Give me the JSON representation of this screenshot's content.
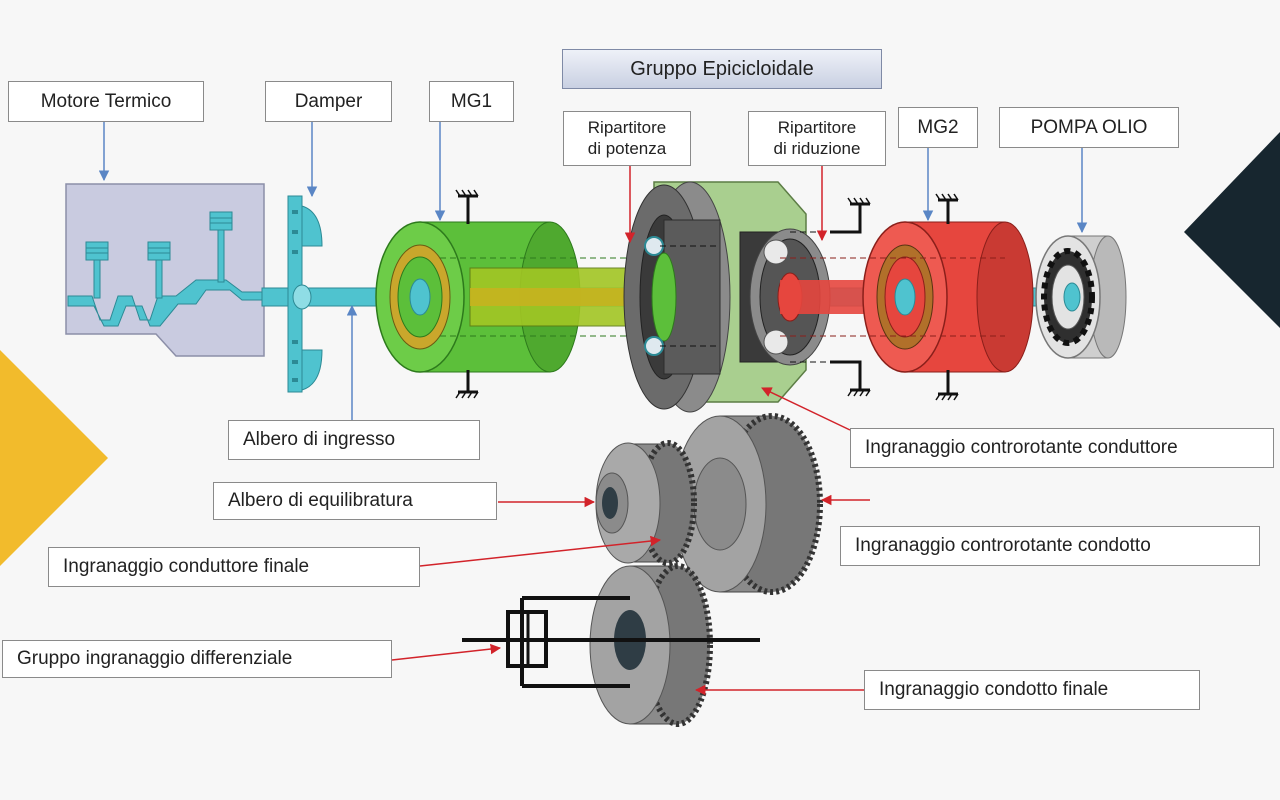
{
  "title": "Gruppo Epicicloidale",
  "labels": {
    "motore_termico": "Motore Termico",
    "damper": "Damper",
    "mg1": "MG1",
    "ripartitore_potenza": [
      "Ripartitore",
      "di potenza"
    ],
    "ripartitore_riduzione": [
      "Ripartitore",
      "di riduzione"
    ],
    "mg2": "MG2",
    "pompa_olio": "POMPA OLIO",
    "albero_ingresso": "Albero di ingresso",
    "albero_equilibratura": "Albero di equilibratura",
    "ingranaggio_conduttore_finale": "Ingranaggio conduttore finale",
    "gruppo_differenziale": "Gruppo ingranaggio differenziale",
    "controrotante_conduttore": "Ingranaggio controrotante conduttore",
    "controrotante_condotto": "Ingranaggio controrotante condotto",
    "condotto_finale": "Ingranaggio condotto finale"
  },
  "colors": {
    "engine": "#c9cbe0",
    "shaft": "#4fc3cf",
    "mg1": "#5cbf3a",
    "mg2": "#e6463e",
    "planetary_housing": "#a9cf8f",
    "gear": "#8b8b8b",
    "accent_yellow": "#f2bb2c",
    "accent_navy": "#17262f",
    "arrow_blue": "#5a86c5",
    "arrow_red": "#d2232a"
  }
}
